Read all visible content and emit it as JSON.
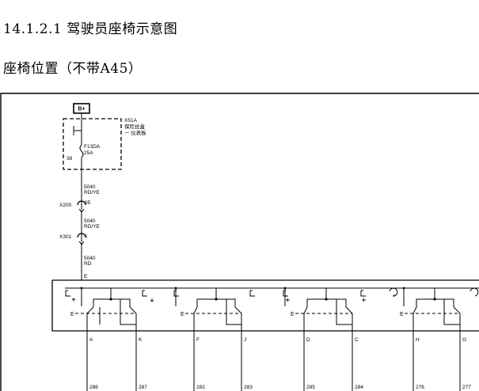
{
  "section": {
    "number": "14.1.2.1",
    "title": "驾驶员座椅示意图"
  },
  "subsection": {
    "title": "座椅位置（不带A45）"
  },
  "diagram": {
    "power_source": "B+",
    "fuse_block": {
      "name": "X51A",
      "desc_line1": "保险丝盒",
      "desc_line2": "－ 仪表板"
    },
    "fuse": {
      "name": "F13DA",
      "rating": "25A",
      "pin": "38"
    },
    "wires": [
      {
        "circuit": "5040",
        "color": "RD/YE"
      },
      {
        "circuit": "5040",
        "color": "RD/YE"
      },
      {
        "circuit": "5040",
        "color": "RD"
      }
    ],
    "connectors": [
      {
        "name": "X200",
        "pin": "95"
      },
      {
        "name": "X301",
        "pin": "1"
      }
    ],
    "module_pin_e": "E",
    "motor_ground_letter": "E",
    "switch_pins": [
      "A",
      "K",
      "F",
      "J",
      "D",
      "C",
      "H",
      "G"
    ],
    "output_circuits": [
      "286",
      "287",
      "282",
      "283",
      "285",
      "284",
      "276",
      "277"
    ]
  }
}
